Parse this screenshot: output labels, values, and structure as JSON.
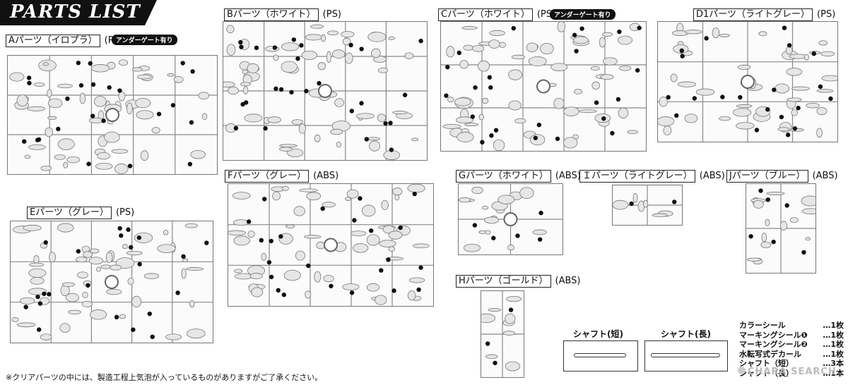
{
  "header": {
    "title": "PARTS LIST"
  },
  "runners": {
    "a": {
      "label": "Aパーツ（イロプラ）",
      "material": "(PS)",
      "badge": "アンダーゲート有り"
    },
    "b": {
      "label": "Bパーツ（ホワイト）",
      "material": "(PS)"
    },
    "c": {
      "label": "Cパーツ（ホワイト）",
      "material": "(PS)",
      "badge": "アンダーゲート有り"
    },
    "d1": {
      "label": "D1パーツ（ライトグレー）",
      "material": "(PS)"
    },
    "e": {
      "label": "Eパーツ（グレー）",
      "material": "(PS)"
    },
    "f": {
      "label": "Fパーツ（グレー）",
      "material": "(ABS)"
    },
    "g": {
      "label": "Gパーツ（ホワイト）",
      "material": "(ABS)"
    },
    "h": {
      "label": "Hパーツ（ゴールド）",
      "material": "(ABS)"
    },
    "i": {
      "label": "Ｉパーツ（ライトグレー）",
      "material": "(ABS)"
    },
    "j": {
      "label": "Jパーツ（ブルー）",
      "material": "(ABS)"
    }
  },
  "shafts": {
    "short": {
      "label": "シャフト(短)"
    },
    "long": {
      "label": "シャフト(長)"
    }
  },
  "accessories": [
    {
      "name": "カラーシール",
      "count": "…1枚"
    },
    {
      "name": "マーキングシール❶",
      "count": "…1枚"
    },
    {
      "name": "マーキングシール❷",
      "count": "…1枚"
    },
    {
      "name": "水転写式デカール",
      "count": "…1枚"
    },
    {
      "name": "シャフト（短）",
      "count": "…3本"
    },
    {
      "name": "シャフト（長）",
      "count": "…1本"
    }
  ],
  "footnote": "※クリアパーツの中には、製造工程上気泡が入っているものがありますがご了承ください。",
  "watermark": "CHARA SEARCH"
}
